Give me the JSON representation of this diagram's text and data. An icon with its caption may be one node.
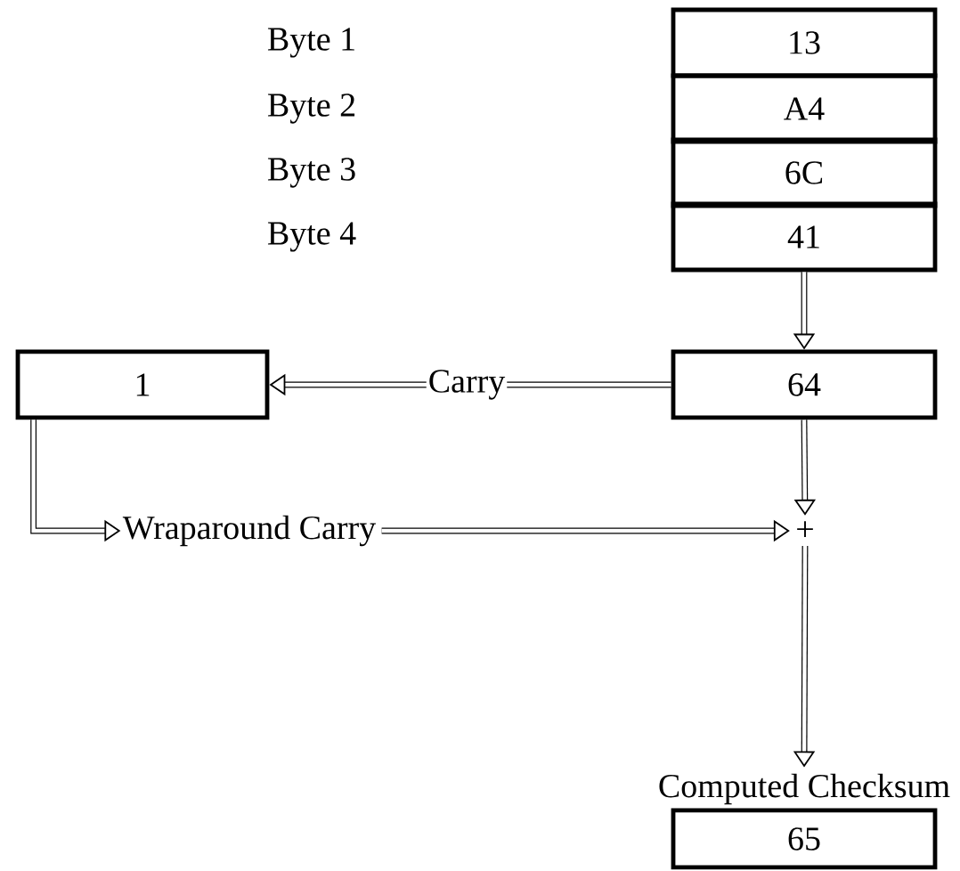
{
  "diagram": {
    "nodes": [
      {
        "text": [
          "13"
        ]
      },
      {
        "text": [
          "A4"
        ]
      },
      {
        "text": [
          "6C"
        ]
      },
      {
        "text": [
          "41"
        ]
      },
      {
        "text": [
          "64"
        ]
      },
      {
        "text": [
          "1"
        ]
      },
      {
        "text": [
          "Wraparound Carry"
        ]
      },
      {
        "text": [
          "+"
        ]
      },
      {
        "text": [
          "Computed Checksum",
          "65"
        ]
      }
    ],
    "edges": [
      {
        "from": 3,
        "to": 4,
        "arrow": "to"
      },
      {
        "from": 4,
        "to": 5,
        "arrow": "to",
        "label": "Carry"
      },
      {
        "from": 5,
        "to": 6,
        "arrow": "to"
      },
      {
        "from": 4,
        "to": 7,
        "arrow": "to"
      },
      {
        "from": 6,
        "to": 7,
        "arrow": "to"
      },
      {
        "from": 7,
        "to": 8,
        "arrow": "to"
      }
    ],
    "labels": [
      "Byte 1",
      "Byte 2",
      "Byte 3",
      "Byte 4"
    ]
  }
}
